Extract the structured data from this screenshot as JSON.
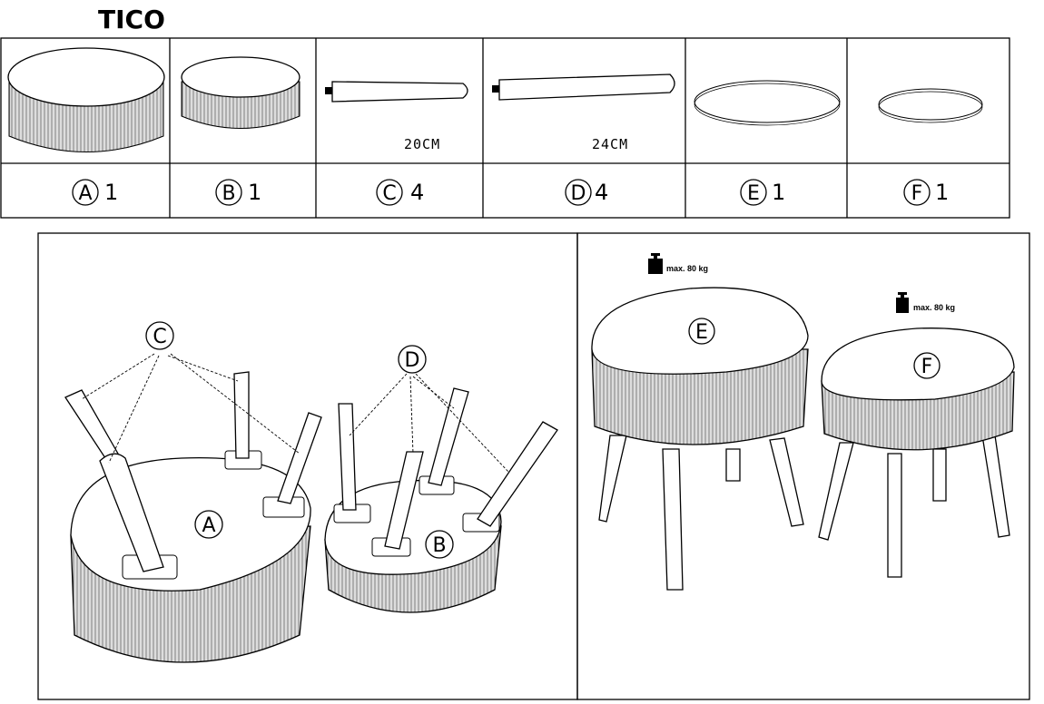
{
  "title": "TICO",
  "parts": [
    {
      "id": "A",
      "qty": "1",
      "dimension": ""
    },
    {
      "id": "B",
      "qty": "1",
      "dimension": ""
    },
    {
      "id": "C",
      "qty": "4",
      "dimension": "20CM"
    },
    {
      "id": "D",
      "qty": "4",
      "dimension": "24CM"
    },
    {
      "id": "E",
      "qty": "1",
      "dimension": ""
    },
    {
      "id": "F",
      "qty": "1",
      "dimension": ""
    }
  ],
  "assembly": {
    "labels": {
      "c": "C",
      "d": "D",
      "a": "A",
      "b": "B"
    }
  },
  "result": {
    "labels": {
      "e": "E",
      "f": "F"
    },
    "max_load_large": "max. 80 kg",
    "max_load_small": "max. 80 kg",
    "weight_icon": "weight-icon"
  }
}
